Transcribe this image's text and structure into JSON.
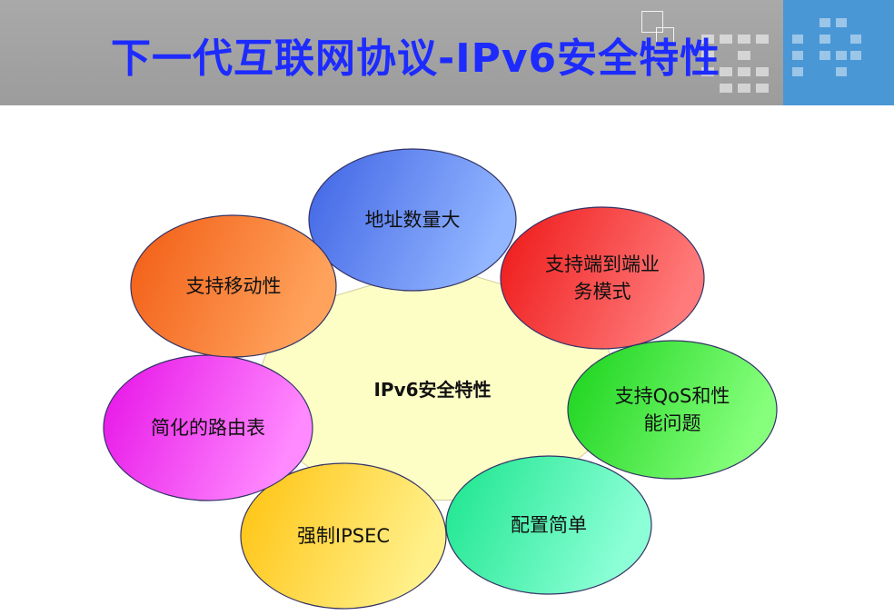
{
  "title": "下一代互联网协议-IPv6安全特性",
  "colors": {
    "header_bg": "#a3a3a3",
    "header_accent": "#4a97d6",
    "title": "#1d2bff",
    "center_fill": "#fdfdc6"
  },
  "diagram": {
    "center": {
      "label": "IPv6安全特性"
    },
    "nodes": [
      {
        "lines": [
          "地址数量大"
        ],
        "color_start": "#3f63e4",
        "color_end": "#92b6ff"
      },
      {
        "lines": [
          "支持端到端业",
          "务模式"
        ],
        "color_start": "#ee1616",
        "color_end": "#ff7a7a"
      },
      {
        "lines": [
          "支持QoS和性",
          "能问题"
        ],
        "color_start": "#18d21a",
        "color_end": "#86ff7c"
      },
      {
        "lines": [
          "配置简单"
        ],
        "color_start": "#19e58c",
        "color_end": "#8dffd7"
      },
      {
        "lines": [
          "强制IPSEC"
        ],
        "color_start": "#ffc20d",
        "color_end": "#fff08a"
      },
      {
        "lines": [
          "简化的路由表"
        ],
        "color_start": "#e610e6",
        "color_end": "#ff8aff"
      },
      {
        "lines": [
          "支持移动性"
        ],
        "color_start": "#f25c14",
        "color_end": "#ffa35c"
      }
    ]
  }
}
